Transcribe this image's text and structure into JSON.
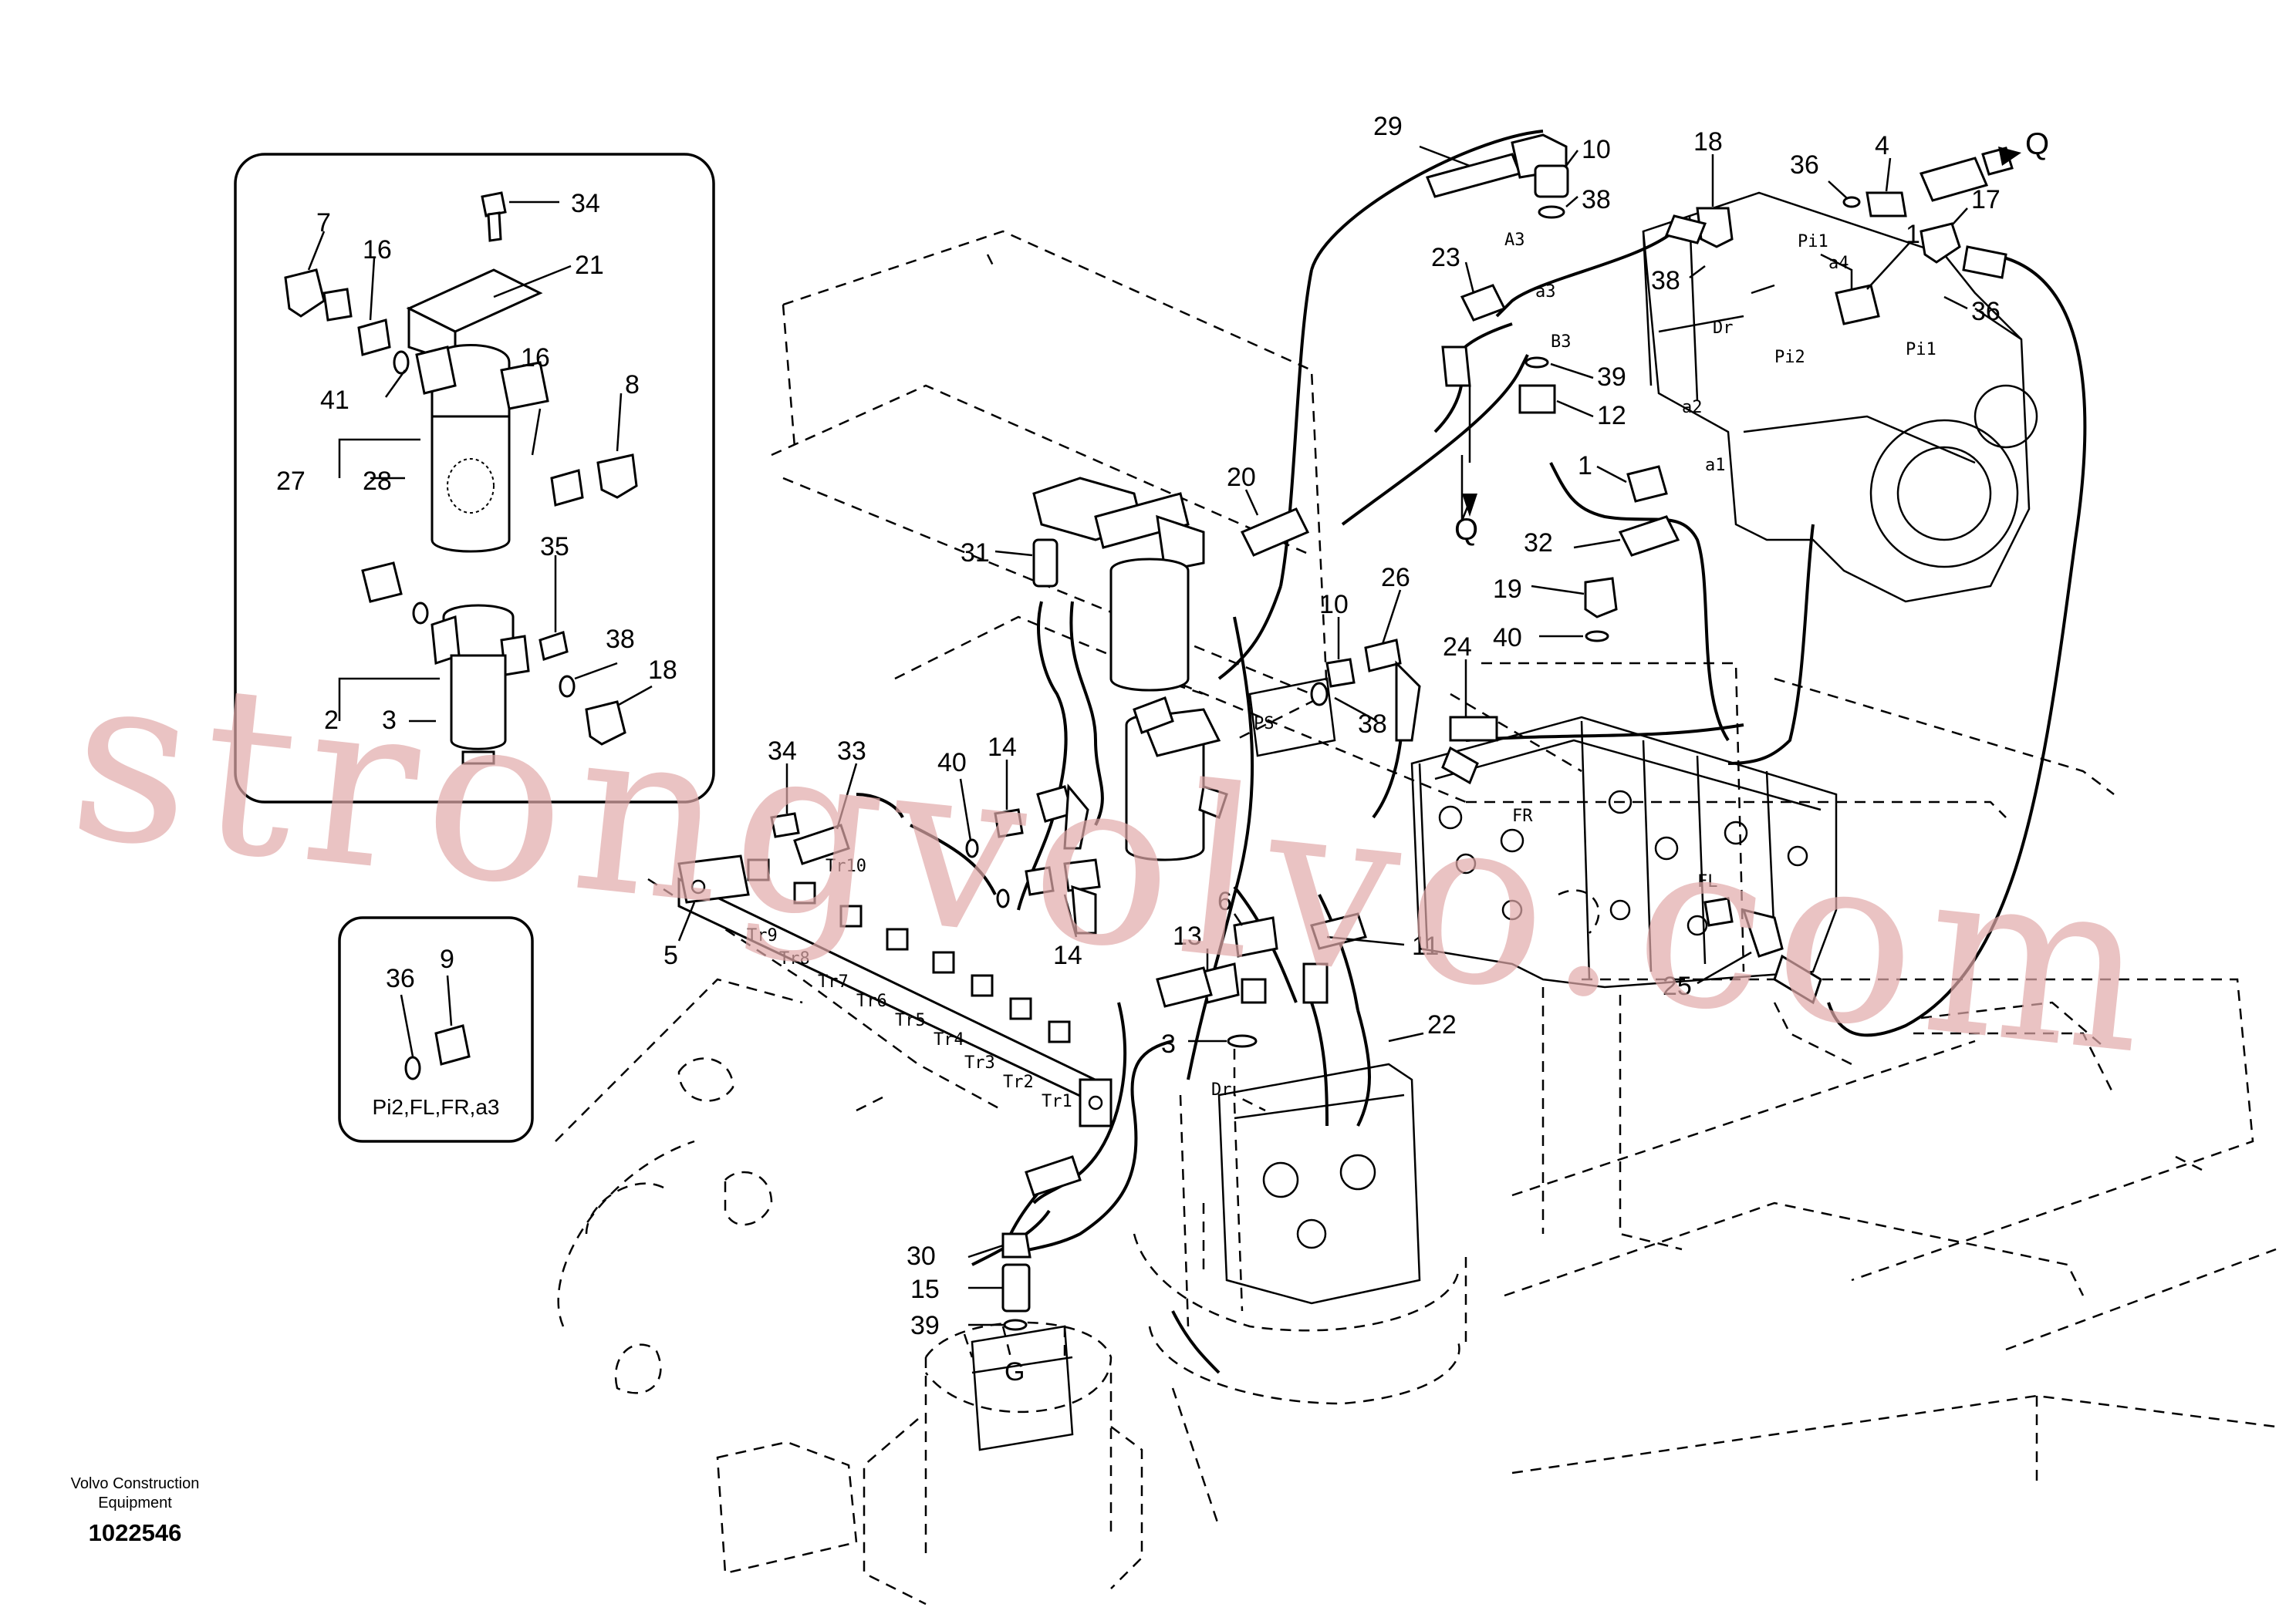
{
  "callouts": [
    {
      "id": "c7",
      "text": "7"
    },
    {
      "id": "c16a",
      "text": "16"
    },
    {
      "id": "c34a",
      "text": "34"
    },
    {
      "id": "c21",
      "text": "21"
    },
    {
      "id": "c41",
      "text": "41"
    },
    {
      "id": "c16b",
      "text": "16"
    },
    {
      "id": "c8",
      "text": "8"
    },
    {
      "id": "c27",
      "text": "27"
    },
    {
      "id": "c28",
      "text": "28"
    },
    {
      "id": "c35",
      "text": "35"
    },
    {
      "id": "c38a",
      "text": "38"
    },
    {
      "id": "c18a",
      "text": "18"
    },
    {
      "id": "c2",
      "text": "2"
    },
    {
      "id": "c3a",
      "text": "3"
    },
    {
      "id": "c36a",
      "text": "36"
    },
    {
      "id": "c9",
      "text": "9"
    },
    {
      "id": "c29",
      "text": "29"
    },
    {
      "id": "c10a",
      "text": "10"
    },
    {
      "id": "c38b",
      "text": "38"
    },
    {
      "id": "c18b",
      "text": "18"
    },
    {
      "id": "c36b",
      "text": "36"
    },
    {
      "id": "c4",
      "text": "4"
    },
    {
      "id": "q1",
      "text": "Q"
    },
    {
      "id": "c17",
      "text": "17"
    },
    {
      "id": "c1a",
      "text": "1"
    },
    {
      "id": "c38c",
      "text": "38"
    },
    {
      "id": "c36c",
      "text": "36"
    },
    {
      "id": "c23",
      "text": "23"
    },
    {
      "id": "c39a",
      "text": "39"
    },
    {
      "id": "c12",
      "text": "12"
    },
    {
      "id": "q2",
      "text": "Q"
    },
    {
      "id": "c1b",
      "text": "1"
    },
    {
      "id": "c32",
      "text": "32"
    },
    {
      "id": "c19",
      "text": "19"
    },
    {
      "id": "c40a",
      "text": "40"
    },
    {
      "id": "c20",
      "text": "20"
    },
    {
      "id": "c31",
      "text": "31"
    },
    {
      "id": "c10b",
      "text": "10"
    },
    {
      "id": "c26",
      "text": "26"
    },
    {
      "id": "c24",
      "text": "24"
    },
    {
      "id": "c38d",
      "text": "38"
    },
    {
      "id": "c34b",
      "text": "34"
    },
    {
      "id": "c33",
      "text": "33"
    },
    {
      "id": "c40b",
      "text": "40"
    },
    {
      "id": "c14a",
      "text": "14"
    },
    {
      "id": "c5",
      "text": "5"
    },
    {
      "id": "c14b",
      "text": "14"
    },
    {
      "id": "c6",
      "text": "6"
    },
    {
      "id": "c13",
      "text": "13"
    },
    {
      "id": "c11",
      "text": "11"
    },
    {
      "id": "c25",
      "text": "25"
    },
    {
      "id": "c3b",
      "text": "3"
    },
    {
      "id": "c22",
      "text": "22"
    },
    {
      "id": "c30",
      "text": "30"
    },
    {
      "id": "c15",
      "text": "15"
    },
    {
      "id": "c39b",
      "text": "39"
    },
    {
      "id": "gport",
      "text": "G"
    }
  ],
  "port_labels": {
    "a3": "A3",
    "pi1": "Pi1",
    "dr": "Dr",
    "pi2": "Pi2",
    "a4": "a4",
    "pi1b": "Pi1",
    "a3b": "a3",
    "b3": "B3",
    "a2": "a2",
    "a1": "a1",
    "ps": "PS",
    "fr": "FR",
    "fl": "FL",
    "dr2": "Dr"
  },
  "manifold_ports": [
    "Tr10",
    "Tr9",
    "Tr8",
    "Tr7",
    "Tr6",
    "Tr5",
    "Tr4",
    "Tr3",
    "Tr2",
    "Tr1"
  ],
  "inset_note": "Pi2,FL,FR,a3",
  "watermark": "strongvolvo.com",
  "footer": {
    "company_line1": "Volvo Construction",
    "company_line2": "Equipment",
    "drawing_number": "1022546"
  }
}
